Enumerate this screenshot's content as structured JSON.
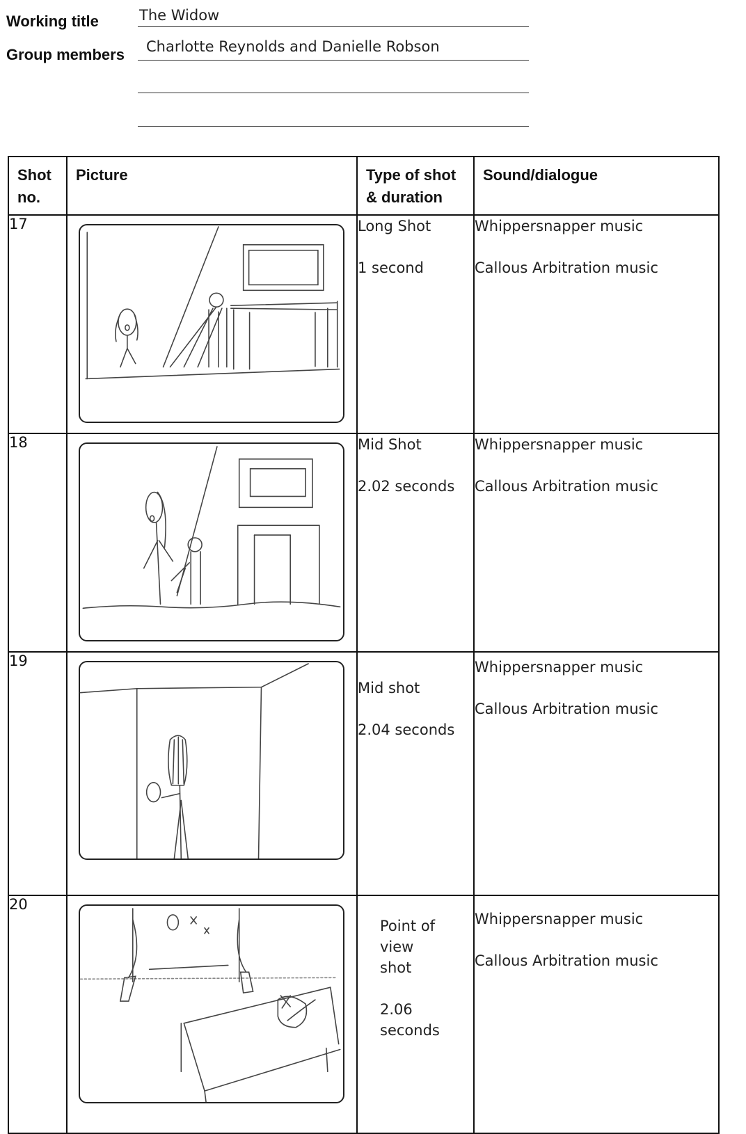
{
  "header": {
    "working_title_label": "Working title",
    "working_title_value": "The Widow",
    "group_members_label": "Group members",
    "group_members_value": "Charlotte Reynolds and Danielle Robson"
  },
  "table": {
    "columns": [
      "Shot no.",
      "Picture",
      "Type of shot & duration",
      "Sound/dialogue"
    ],
    "col_shot_line1": "Shot",
    "col_shot_line2": "no.",
    "col_picture": "Picture",
    "col_type_line1": "Type of shot",
    "col_type_line2": "& duration",
    "col_sound": "Sound/dialogue",
    "rows": [
      {
        "shot": "17",
        "type": "Long Shot",
        "duration": "1 second",
        "sound1": "Whippersnapper music",
        "sound2": "Callous Arbitration music"
      },
      {
        "shot": "18",
        "type": "Mid Shot",
        "duration": "2.02 seconds",
        "sound1": "Whippersnapper music",
        "sound2": "Callous Arbitration music"
      },
      {
        "shot": "19",
        "type": "Mid shot",
        "duration": "2.04 seconds",
        "sound1": "Whippersnapper music",
        "sound2": "Callous Arbitration music"
      },
      {
        "shot": "20",
        "type_line1": "Point of",
        "type_line2": "view",
        "type_line3": "shot",
        "duration_line1": "2.06",
        "duration_line2": "seconds",
        "sound1": "Whippersnapper music",
        "sound2": "Callous Arbitration music"
      }
    ]
  }
}
